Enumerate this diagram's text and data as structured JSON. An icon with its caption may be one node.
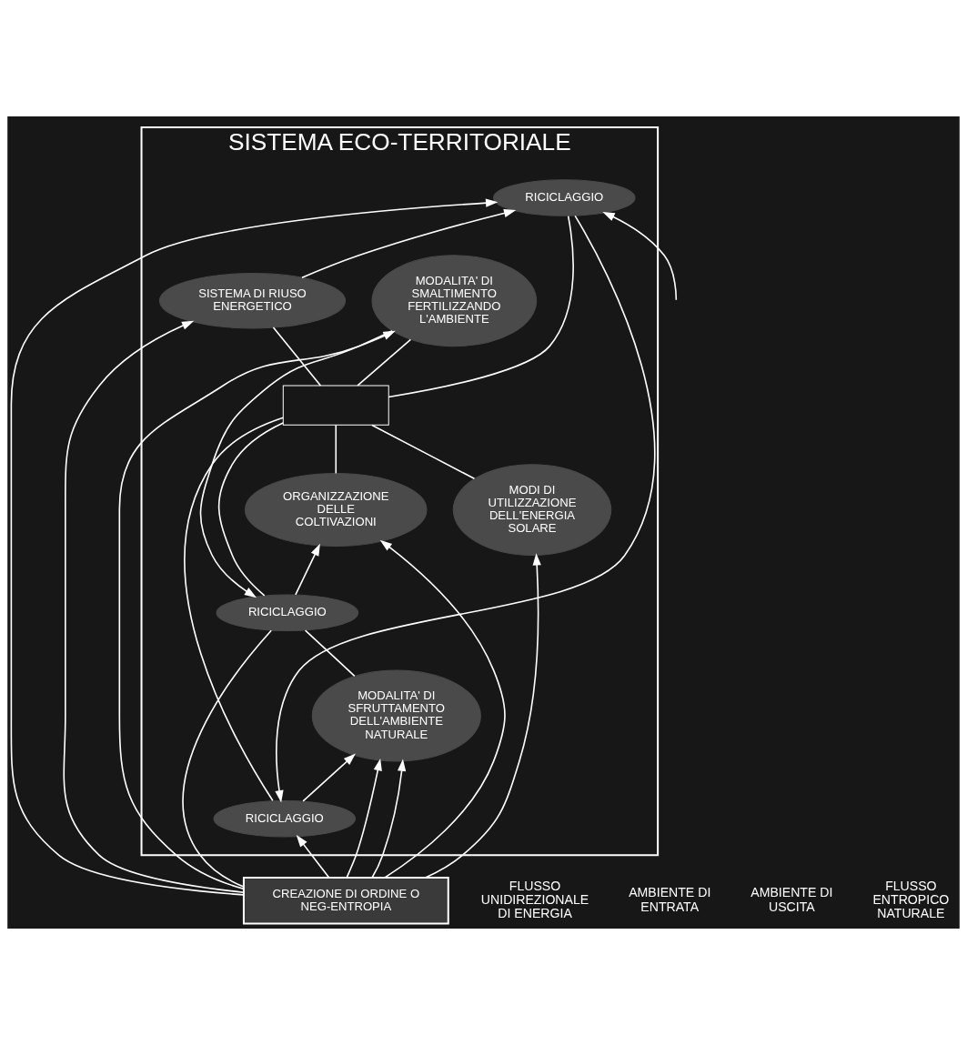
{
  "diagram": {
    "nodes": [
      {
        "text": [
          "SISTEMA ECO-TERRITORIALE"
        ]
      },
      {
        "text": [
          "RICICLAGGIO"
        ],
        "in": 0
      },
      {
        "text": [
          "MODALITA' DI SFRUTTAMENTO DELL'AMBIENTE NATURALE"
        ],
        "in": 0
      },
      {
        "text": [
          "RICICLAGGIO"
        ],
        "in": 0
      },
      {
        "text": [
          "MODI DI UTILIZZAZIONE DELL'ENERGIA SOLARE"
        ],
        "in": 0
      },
      {
        "text": [],
        "shape": "box",
        "in": 0
      },
      {
        "text": [
          "SISTEMA DI RIUSO ENERGETICO"
        ],
        "in": 0
      },
      {
        "text": [
          "ORGANIZZAZIONE DELLE COLTIVAZIONI"
        ],
        "in": 0
      },
      {
        "text": [
          "MODALITA' DI SMALTIMENTO FERTILIZZANDO L'AMBIENTE"
        ],
        "in": 0
      },
      {
        "text": [
          "RICICLAGGIO"
        ],
        "in": 0
      },
      {
        "text": [
          "CREAZIONE DI ORDINE O NEG-ENTROPIA"
        ]
      }
    ],
    "edges": [
      {
        "from": 3,
        "to": 1,
        "arrow": "to"
      },
      {
        "from": 1,
        "to": 2,
        "arrow": "to"
      },
      {
        "from": 1,
        "to": 5,
        "arrow": "none"
      },
      {
        "from": 3,
        "to": 5,
        "arrow": "none"
      },
      {
        "from": 6,
        "to": 3,
        "arrow": "to"
      },
      {
        "from": 4,
        "to": 5,
        "arrow": "none"
      },
      {
        "from": 5,
        "to": 6,
        "arrow": "none"
      },
      {
        "from": 7,
        "to": 5,
        "arrow": "none"
      },
      {
        "from": 5,
        "to": 8,
        "arrow": "none"
      },
      {
        "from": 5,
        "to": 9,
        "arrow": "none"
      },
      {
        "from": 2,
        "to": 9,
        "arrow": "none"
      },
      {
        "from": 9,
        "to": 7,
        "arrow": "to"
      },
      {
        "from": 8,
        "to": 9,
        "arrow": "to"
      },
      {
        "from": null,
        "to": 3,
        "arrow": "to"
      },
      {
        "from": 10,
        "to": 1,
        "arrow": "to"
      },
      {
        "from": 10,
        "to": 2,
        "arrow": "to"
      },
      {
        "from": 10,
        "to": 2,
        "arrow": "to"
      },
      {
        "from": 10,
        "to": 4,
        "arrow": "to"
      },
      {
        "from": 10,
        "to": 7,
        "arrow": "to"
      },
      {
        "from": 10,
        "to": 9,
        "arrow": "none"
      },
      {
        "from": 10,
        "to": 8,
        "arrow": "to"
      },
      {
        "from": 10,
        "to": 6,
        "arrow": "to"
      },
      {
        "from": 10,
        "to": 3,
        "arrow": "to"
      }
    ],
    "labels": [
      "FLUSSO UNIDIREZIONALE DI ENERGIA",
      "AMBIENTE DI ENTRATA",
      "AMBIENTE DI USCITA",
      "FLUSSO ENTROPICO NATURALE"
    ]
  }
}
